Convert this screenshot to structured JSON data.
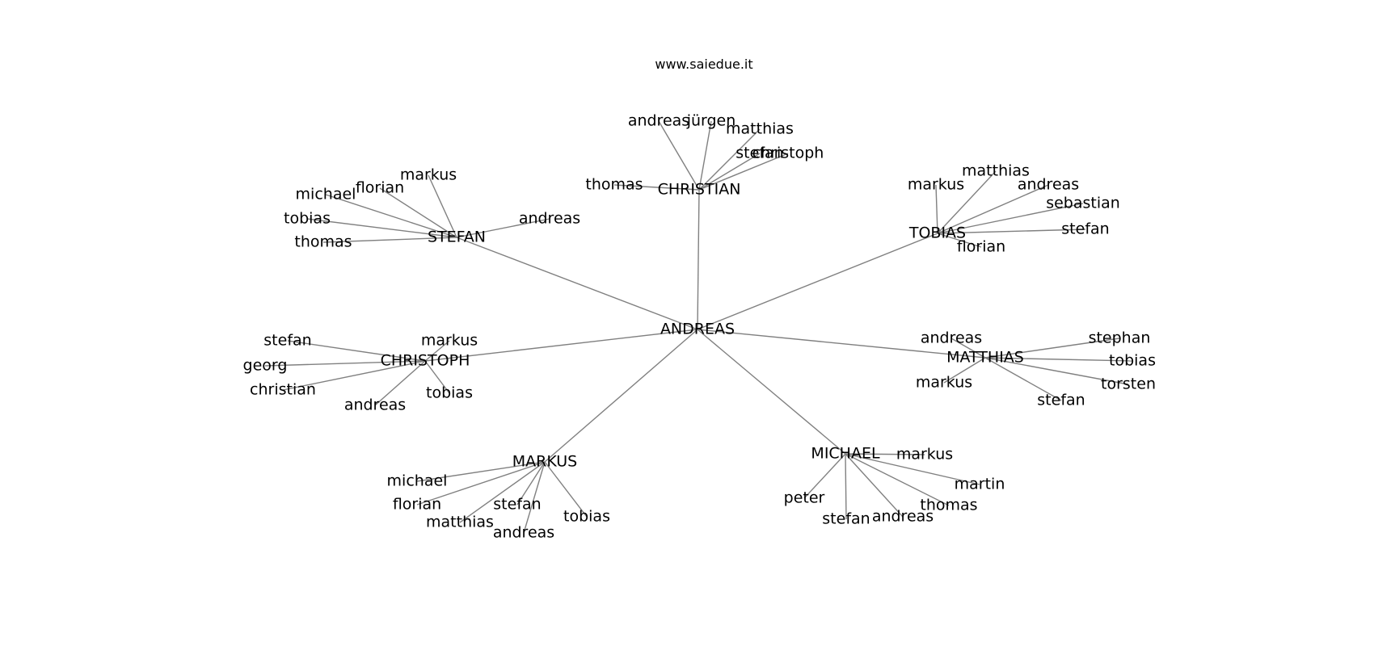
{
  "header": {
    "site": "www.saiedue.it"
  },
  "graph": {
    "center": "ANDREAS",
    "clusters": [
      {
        "name": "CHRISTIAN",
        "children": [
          "thomas",
          "andreas",
          "jürgen",
          "matthias",
          "christoph",
          "stefan"
        ]
      },
      {
        "name": "STEFAN",
        "children": [
          "markus",
          "florian",
          "michael",
          "tobias",
          "thomas",
          "andreas"
        ]
      },
      {
        "name": "TOBIAS",
        "children": [
          "markus",
          "matthias",
          "andreas",
          "sebastian",
          "stefan",
          "florian"
        ]
      },
      {
        "name": "CHRISTOPH",
        "children": [
          "markus",
          "stefan",
          "georg",
          "christian",
          "andreas",
          "tobias"
        ]
      },
      {
        "name": "MATTHIAS",
        "children": [
          "andreas",
          "stephan",
          "tobias",
          "torsten",
          "stefan",
          "markus"
        ]
      },
      {
        "name": "MARKUS",
        "children": [
          "michael",
          "florian",
          "matthias",
          "stefan",
          "andreas",
          "tobias"
        ]
      },
      {
        "name": "MICHAEL",
        "children": [
          "markus",
          "martin",
          "thomas",
          "andreas",
          "stefan",
          "peter"
        ]
      }
    ]
  }
}
